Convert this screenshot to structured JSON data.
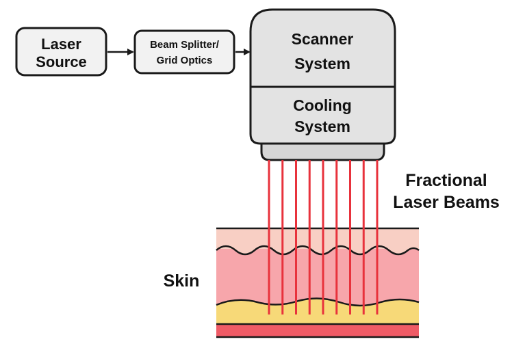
{
  "laser_source": {
    "line1": "Laser",
    "line2": "Source"
  },
  "beam_splitter": {
    "line1": "Beam Splitter/",
    "line2": "Grid Optics"
  },
  "scanner": {
    "line1": "Scanner",
    "line2": "System"
  },
  "cooling": {
    "line1": "Cooling",
    "line2": "System"
  },
  "beams_label": {
    "line1": "Fractional",
    "line2": "Laser Beams"
  },
  "skin_label": "Skin",
  "beam_count": 9,
  "colors": {
    "box_fill": "#f2f2f2",
    "housing_fill": "#e3e3e3",
    "stroke": "#1a1a1a",
    "beam": "#e8323c",
    "epidermis": "#f8cfc4",
    "dermis": "#f7a6ab",
    "fat": "#f7d978",
    "bottom_band": "#ef5b66"
  }
}
